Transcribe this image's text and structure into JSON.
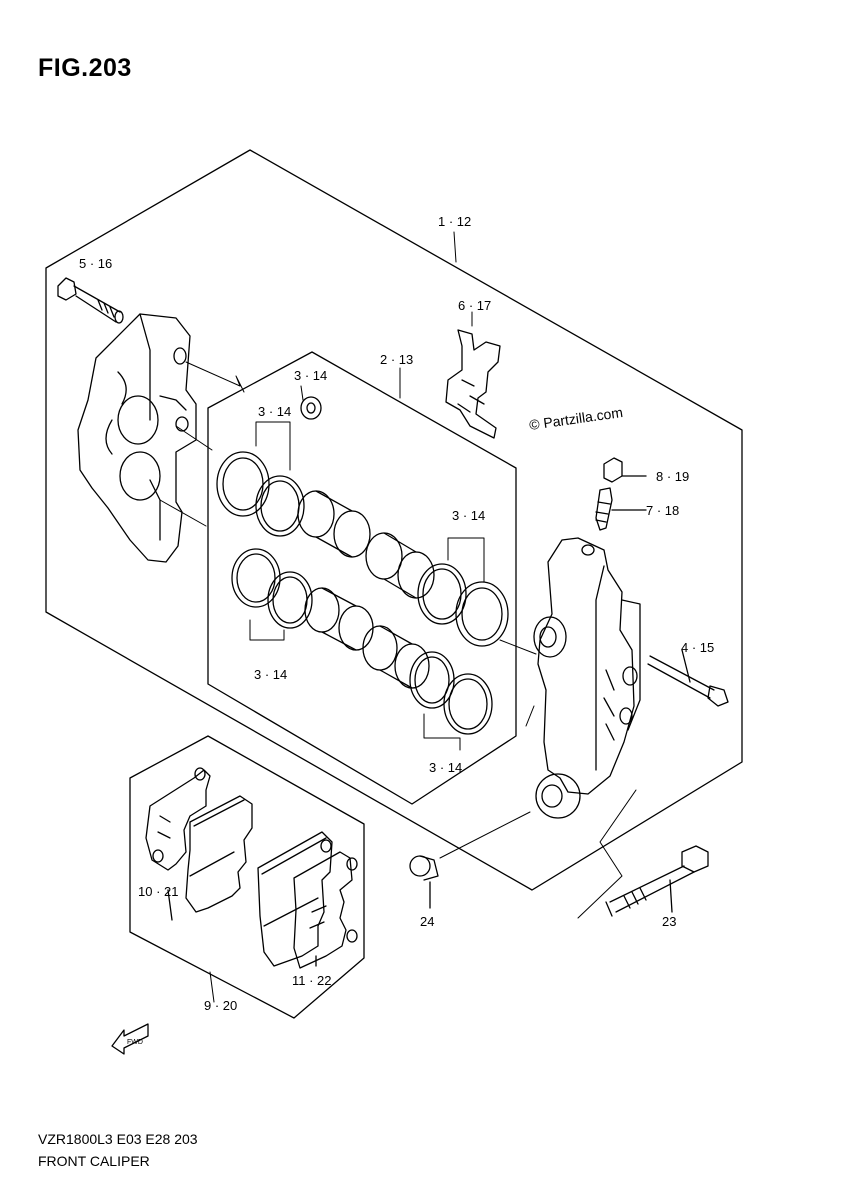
{
  "figure": {
    "title": "FIG.203",
    "watermark": "© Partzilla.com",
    "direction_marker": "FWD"
  },
  "footer": {
    "model_code": "VZR1800L3  E03  E28  203",
    "section_name": "FRONT CALIPER"
  },
  "callouts": {
    "caliper_assembly": "1 · 12",
    "bolt_upper": "5 · 16",
    "pad_spring": "6 · 17",
    "piston_kit": "2 · 13",
    "seal_small": "3 · 14",
    "seal_set_a": "3 · 14",
    "seal_set_b": "3 · 14",
    "seal_set_c": "3 · 14",
    "seal_set_d": "3 · 14",
    "bleeder_cap": "8 · 19",
    "bleeder_valve": "7 · 18",
    "pad_pin": "4 · 15",
    "pad_left": "10 · 21",
    "pad_right": "11 · 22",
    "pad_set": "9 · 20",
    "spacer": "24",
    "mount_bolt": "23"
  }
}
